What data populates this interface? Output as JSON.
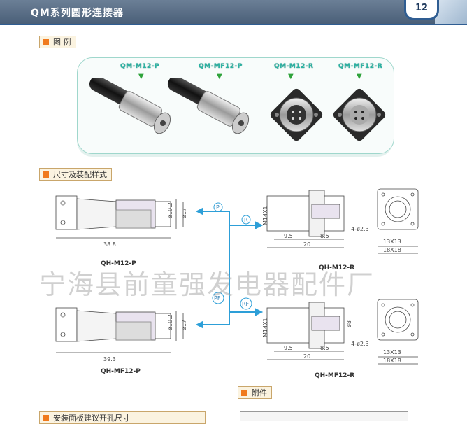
{
  "header": {
    "title": "QM系列圆形连接器",
    "page_number": "12"
  },
  "sections": {
    "legend": "图 例",
    "dimensions": "尺寸及装配样式",
    "accessories": "附件",
    "bottom_partial": "安装面板建议开孔尺寸"
  },
  "models": [
    {
      "label": "QM-M12-P"
    },
    {
      "label": "QM-MF12-P"
    },
    {
      "label": "QM-M12-R"
    },
    {
      "label": "QM-MF12-R"
    }
  ],
  "drawings": {
    "plug_male": {
      "caption": "QH-M12-P",
      "length": "38.8",
      "d1": "ø10.2",
      "d2": "ø17"
    },
    "plug_female": {
      "caption": "QH-MF12-P",
      "length": "39.3",
      "d1": "ø10.2",
      "d2": "ø17"
    },
    "socket_male": {
      "caption": "QH-M12-R",
      "thread": "M14X1",
      "a": "9.5",
      "b": "8.5",
      "total": "20"
    },
    "socket_female": {
      "caption": "QH-MF12-R",
      "thread": "M14X1",
      "a": "9.5",
      "b": "8.5",
      "total": "20",
      "d": "ø8"
    },
    "panel_top": {
      "holes": "4-ø2.3",
      "inner": "13X13",
      "outer": "18X18"
    },
    "panel_bottom": {
      "holes": "4-ø2.3",
      "inner": "13X13",
      "outer": "18X18"
    }
  },
  "connectors": {
    "p": "P",
    "r": "R",
    "pf": "PF",
    "rf": "RF"
  },
  "watermark": "宁海县前童强发电器配件厂",
  "colors": {
    "header": "#4a5f78",
    "accent_orange": "#f07a1d",
    "teal": "#2bb3a3",
    "arrow_blue": "#2d9fd8"
  }
}
